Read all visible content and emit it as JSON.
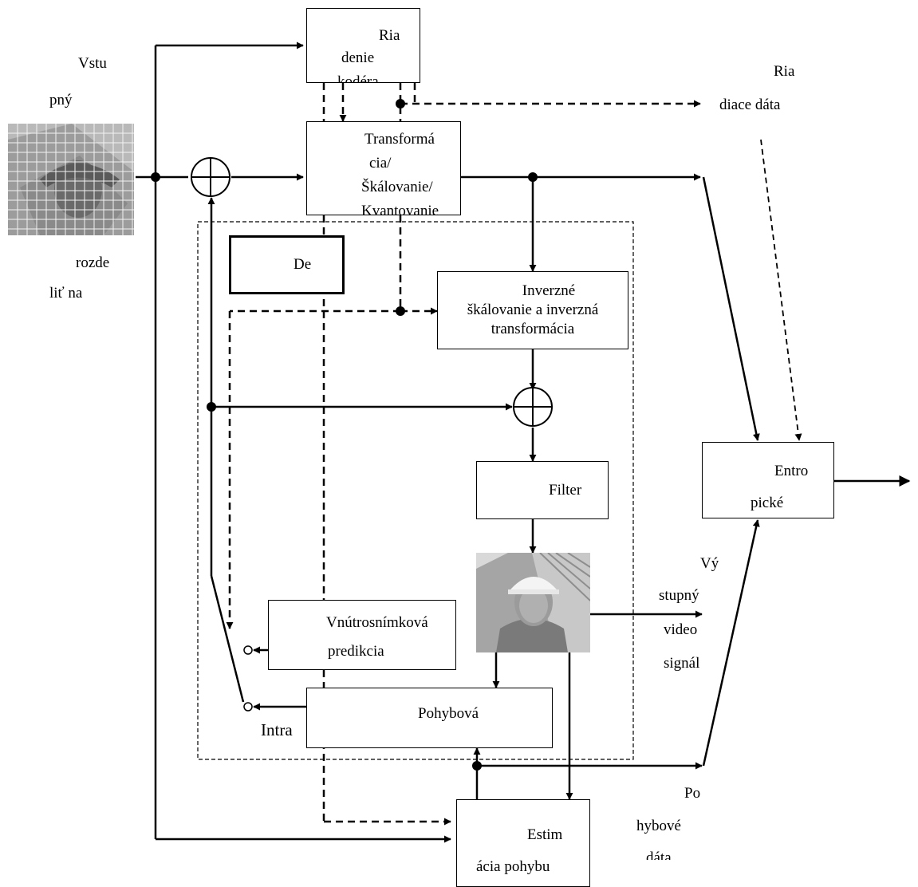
{
  "blocks": {
    "coder_control": [
      "Ria",
      "denie",
      "kodéra"
    ],
    "transform": [
      "Transformá",
      "cia/",
      "Škálovanie/",
      "Kvantovanie"
    ],
    "decoder": "De",
    "inverse": [
      "Inverzné",
      "škálovanie a inverzná",
      "transformácia"
    ],
    "filter": "Filter",
    "intra_pred": [
      "Vnútrosnímková",
      "predikcia"
    ],
    "motion_comp": "Pohybová",
    "motion_est": [
      "Estim",
      "ácia pohybu"
    ],
    "entropy": [
      "Entro",
      "pické"
    ]
  },
  "labels": {
    "input": [
      "Vstu",
      "pný"
    ],
    "split": [
      "rozde",
      "liť na"
    ],
    "control_data": [
      "Ria",
      "diace dáta"
    ],
    "output": [
      "Vý",
      "stupný",
      "video",
      "signál"
    ],
    "motion_data": [
      "Po",
      "hybové",
      "dáta"
    ],
    "intra": "Intra"
  },
  "icons": {
    "summing_junction": "circle-plus-icon",
    "switch_contact": "open-circle-icon",
    "connection_dot": "filled-dot-icon"
  }
}
